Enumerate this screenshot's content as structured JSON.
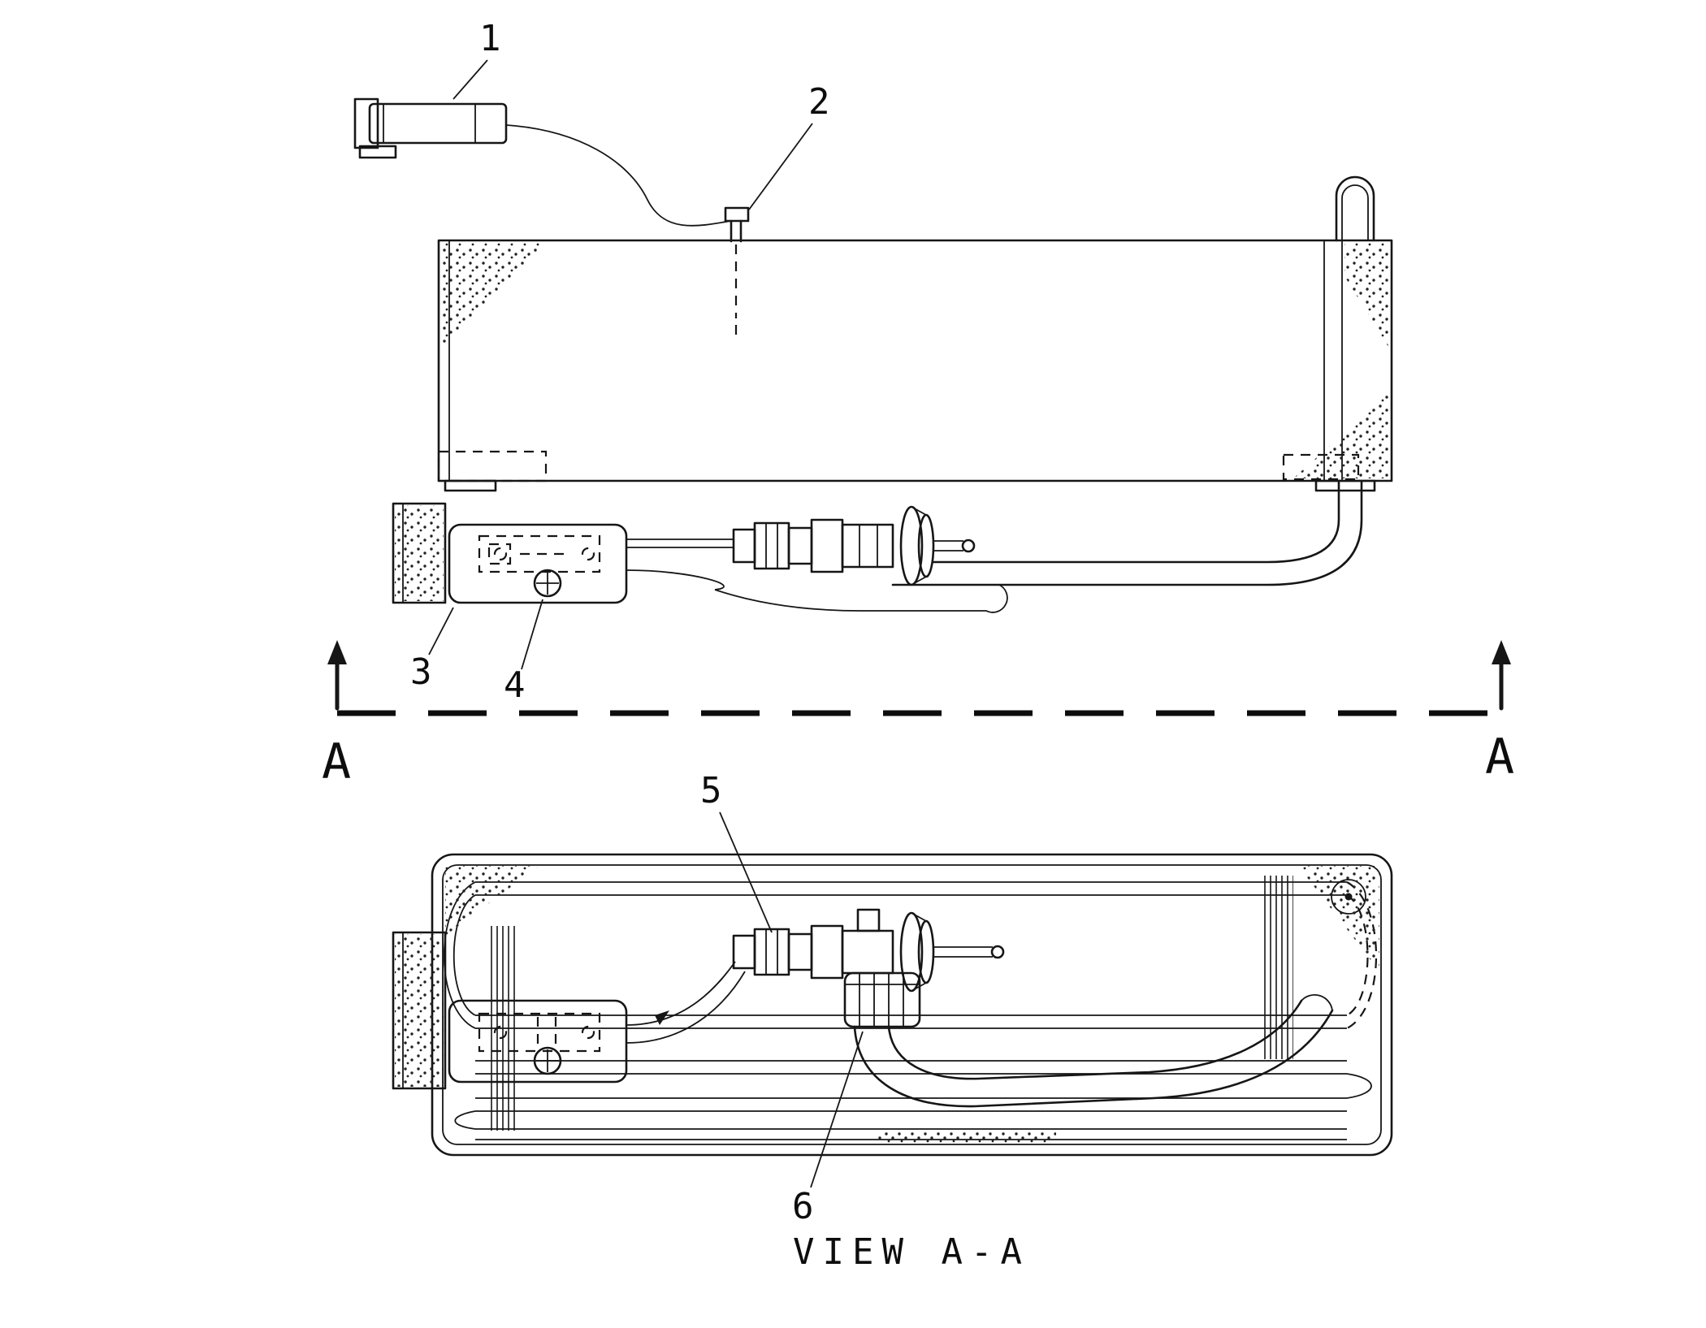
{
  "page": {
    "background_color": "#ffffff",
    "line_color": "#161616"
  },
  "callouts": {
    "c1": "1",
    "c2": "2",
    "c3": "3",
    "c4": "4",
    "c5": "5",
    "c6": "6"
  },
  "section": {
    "left_label": "A",
    "right_label": "A"
  },
  "caption": "VIEW A-A"
}
